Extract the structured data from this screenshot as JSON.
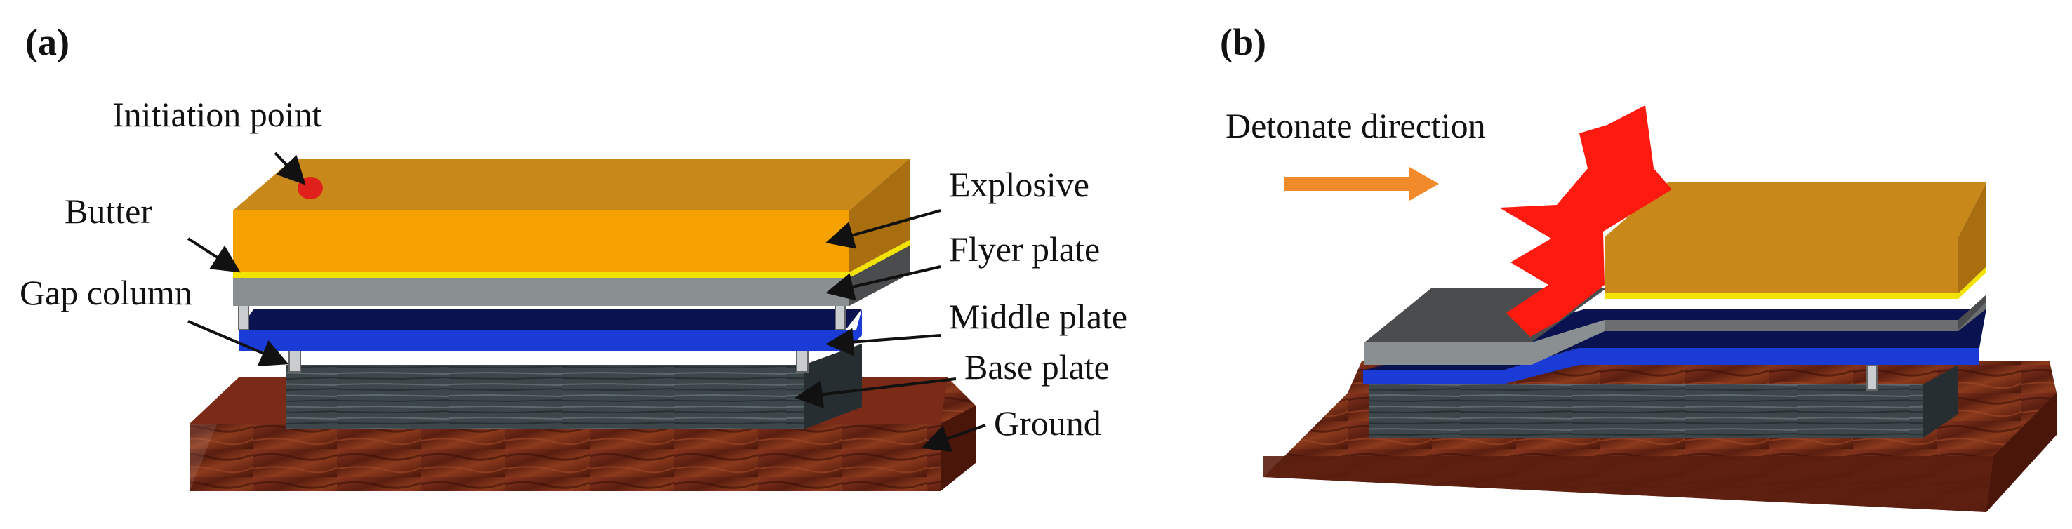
{
  "panels": [
    {
      "label": "(a)",
      "callouts": {
        "initiation_point": "Initiation point",
        "butter": "Butter",
        "gap_column": "Gap column",
        "explosive": "Explosive",
        "flyer_plate": "Flyer plate",
        "middle_plate": "Middle plate",
        "base_plate": "Base plate",
        "ground": "Ground"
      }
    },
    {
      "label": "(b)",
      "callouts": {
        "detonate_direction": "Detonate direction"
      }
    }
  ],
  "colors": {
    "explosive_front": "#f5a100",
    "explosive_top": "#c8891a",
    "explosive_side": "#a86e10",
    "butter_layer": "#f2e400",
    "flyer_plate": "#8a8f92",
    "flyer_plate_dark": "#4a4c4e",
    "middle_plate_top": "#0a1250",
    "middle_plate_front": "#1a3bd6",
    "base_plate": "#3a4448",
    "ground": "#7a2a18",
    "initiation_dot": "#e0201a",
    "detonation_flash": "#ff1a10",
    "arrow": "#f08a2a"
  }
}
